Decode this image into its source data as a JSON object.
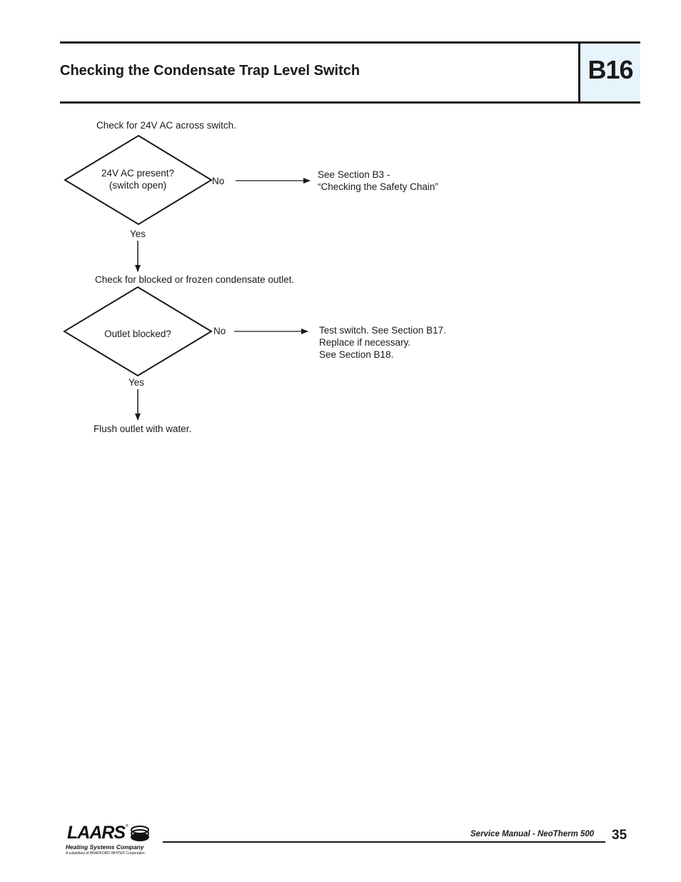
{
  "header": {
    "title": "Checking the Condensate Trap Level Switch",
    "section_code": "B16"
  },
  "flowchart": {
    "step1": "Check for 24V AC across switch.",
    "decision1": {
      "line1": "24V AC present?",
      "line2": "(switch open)",
      "no_label": "No",
      "yes_label": "Yes"
    },
    "result1": {
      "line1": "See Section B3 -",
      "line2": "“Checking the Safety Chain”"
    },
    "step2": "Check for blocked or frozen condensate outlet.",
    "decision2": {
      "line1": "Outlet blocked?",
      "no_label": "No",
      "yes_label": "Yes"
    },
    "result2": {
      "line1": "Test switch.  See Section B17.",
      "line2": "Replace if necessary.",
      "line3": "See Section B18."
    },
    "step3": "Flush outlet with water."
  },
  "footer": {
    "manual_title": "Service Manual - NeoTherm 500",
    "page_number": "35",
    "logo": {
      "wordmark": "LAARS",
      "registered": "®",
      "tagline": "Heating Systems Company",
      "subsidiary": "A subsidiary of BRADFORD WHITE® Corporation"
    }
  }
}
